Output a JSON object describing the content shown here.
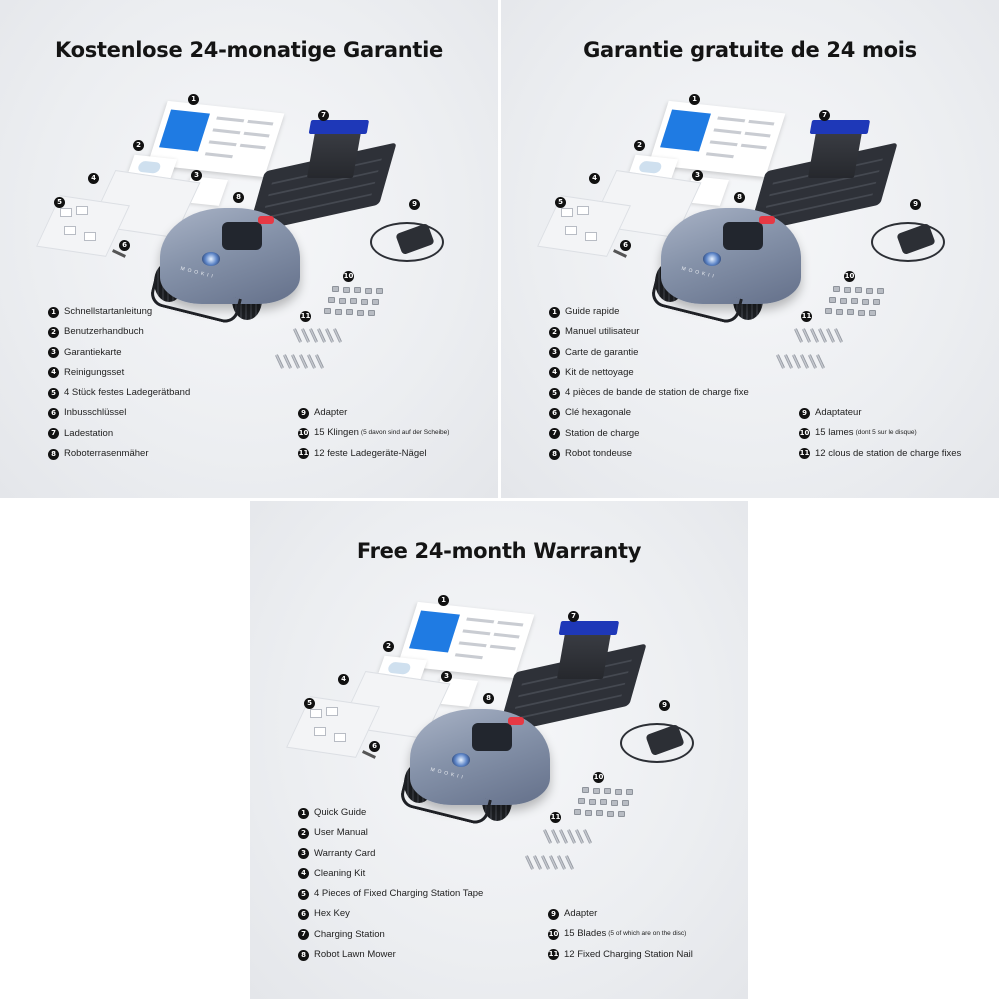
{
  "panels": [
    {
      "title": "Kostenlose 24-monatige Garantie",
      "items": [
        {
          "num": "1",
          "label": "Schnellstartanleitung",
          "note": ""
        },
        {
          "num": "2",
          "label": "Benutzerhandbuch",
          "note": ""
        },
        {
          "num": "3",
          "label": "Garantiekarte",
          "note": ""
        },
        {
          "num": "4",
          "label": "Reinigungsset",
          "note": ""
        },
        {
          "num": "5",
          "label": "4 Stück festes Ladegerätband",
          "note": ""
        },
        {
          "num": "6",
          "label": "Inbusschlüssel",
          "note": ""
        },
        {
          "num": "7",
          "label": "Ladestation",
          "note": ""
        },
        {
          "num": "8",
          "label": "Roboterrasenmäher",
          "note": ""
        },
        {
          "num": "9",
          "label": "Adapter",
          "note": ""
        },
        {
          "num": "10",
          "label": "15 Klingen",
          "note": "(5 davon sind auf der Scheibe)"
        },
        {
          "num": "11",
          "label": "12 feste Ladegeräte-Nägel",
          "note": ""
        }
      ]
    },
    {
      "title": "Garantie gratuite de 24 mois",
      "items": [
        {
          "num": "1",
          "label": "Guide rapide",
          "note": ""
        },
        {
          "num": "2",
          "label": "Manuel utilisateur",
          "note": ""
        },
        {
          "num": "3",
          "label": "Carte de garantie",
          "note": ""
        },
        {
          "num": "4",
          "label": "Kit de nettoyage",
          "note": ""
        },
        {
          "num": "5",
          "label": "4 pièces de bande de station de charge fixe",
          "note": ""
        },
        {
          "num": "6",
          "label": "Clé hexagonale",
          "note": ""
        },
        {
          "num": "7",
          "label": "Station de charge",
          "note": ""
        },
        {
          "num": "8",
          "label": "Robot tondeuse",
          "note": ""
        },
        {
          "num": "9",
          "label": "Adaptateur",
          "note": ""
        },
        {
          "num": "10",
          "label": "15 lames",
          "note": "(dont 5 sur le disque)"
        },
        {
          "num": "11",
          "label": "12 clous de station de charge fixes",
          "note": ""
        }
      ]
    },
    {
      "title": "Free 24-month Warranty",
      "items": [
        {
          "num": "1",
          "label": "Quick Guide",
          "note": ""
        },
        {
          "num": "2",
          "label": "User Manual",
          "note": ""
        },
        {
          "num": "3",
          "label": "Warranty Card",
          "note": ""
        },
        {
          "num": "4",
          "label": "Cleaning Kit",
          "note": ""
        },
        {
          "num": "5",
          "label": "4 Pieces of Fixed Charging Station Tape",
          "note": ""
        },
        {
          "num": "6",
          "label": "Hex Key",
          "note": ""
        },
        {
          "num": "7",
          "label": "Charging Station",
          "note": ""
        },
        {
          "num": "8",
          "label": "Robot Lawn Mower",
          "note": ""
        },
        {
          "num": "9",
          "label": "Adapter",
          "note": ""
        },
        {
          "num": "10",
          "label": "15 Blades",
          "note": "(5 of which are on the disc)"
        },
        {
          "num": "11",
          "label": "12 Fixed Charging Station Nail",
          "note": ""
        }
      ]
    }
  ],
  "mower_brand": "MOOKII",
  "accent_color": "#1e38b8",
  "stop_button_color": "#e63944",
  "mower_color": "#8592a9"
}
